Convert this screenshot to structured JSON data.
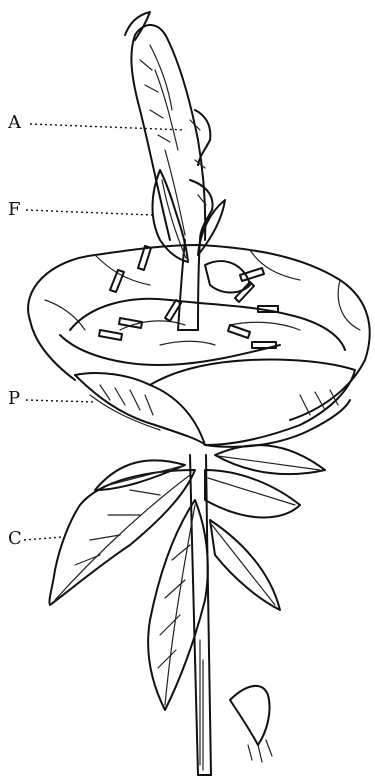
{
  "labels": {
    "a": "A",
    "f": "F",
    "p": "P",
    "c": "C"
  },
  "colors": {
    "ink": "#111111",
    "paper": "#ffffff"
  }
}
